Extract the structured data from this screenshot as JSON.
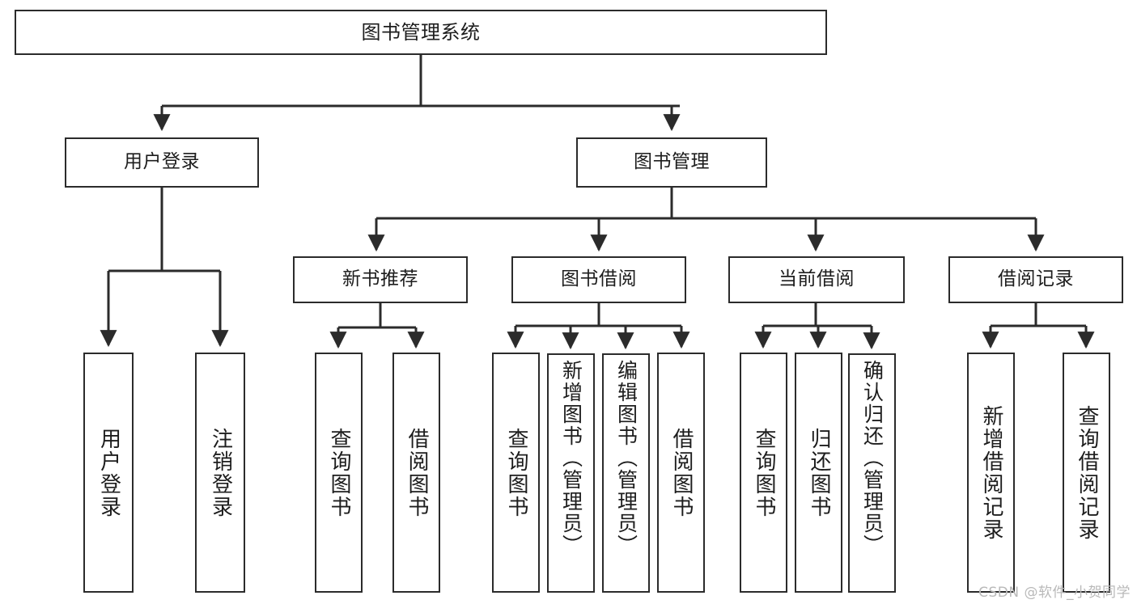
{
  "diagram": {
    "title": "图书管理系统",
    "type": "tree-hierarchy-diagram",
    "background_color": "#ffffff",
    "line_color": "#2b2b2b",
    "text_color": "#1d1d1d"
  },
  "nodes": {
    "root": {
      "label": "图书管理系统"
    },
    "level2": [
      {
        "label": "用户登录"
      },
      {
        "label": "图书管理"
      }
    ],
    "level3": [
      {
        "label": "新书推荐"
      },
      {
        "label": "图书借阅"
      },
      {
        "label": "当前借阅"
      },
      {
        "label": "借阅记录"
      }
    ],
    "leaves": {
      "user_login": [
        {
          "label": "用户登录"
        },
        {
          "label": "注销登录"
        }
      ],
      "new_book_recommend": [
        {
          "label": "查询图书"
        },
        {
          "label": "借阅图书"
        }
      ],
      "book_borrow": [
        {
          "label": "查询图书"
        },
        {
          "label": "新增图书（管理员）"
        },
        {
          "label": "编辑图书（管理员）"
        },
        {
          "label": "借阅图书"
        }
      ],
      "current_borrow": [
        {
          "label": "查询图书"
        },
        {
          "label": "归还图书"
        },
        {
          "label": "确认归还（管理员）"
        }
      ],
      "borrow_records": [
        {
          "label": "新增借阅记录"
        },
        {
          "label": "查询借阅记录"
        }
      ]
    }
  },
  "watermark": {
    "text": "CSDN @软件_小贺同学",
    "color": "#b9b9b9"
  }
}
